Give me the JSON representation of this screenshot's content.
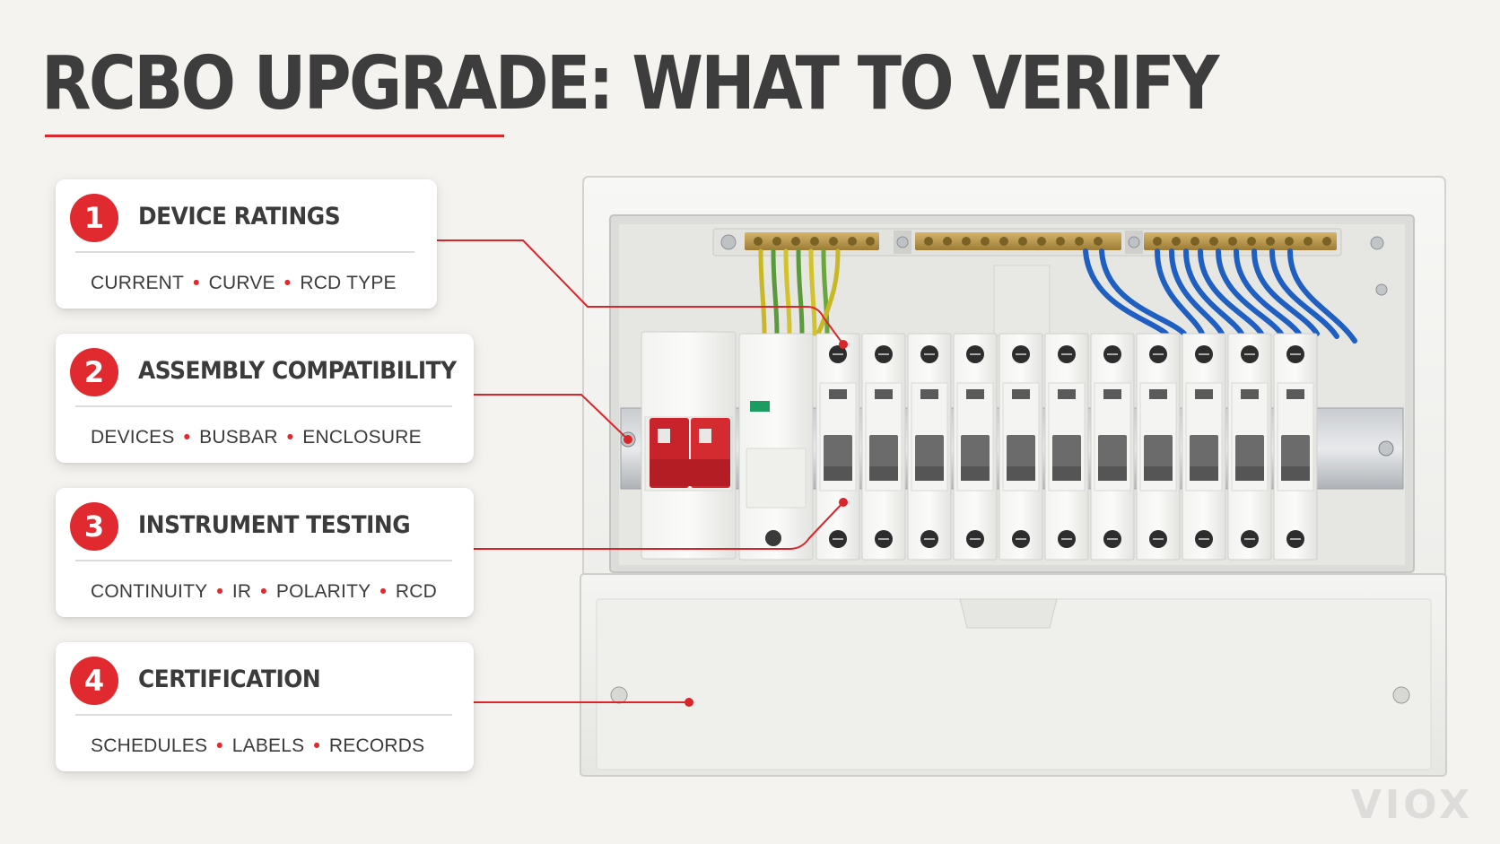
{
  "title": "RCBO UPGRADE: WHAT TO VERIFY",
  "colors": {
    "accent": "#e02a2f",
    "background": "#f5f3ef",
    "text": "#3b3b3b"
  },
  "cards": [
    {
      "number": "1",
      "title": "DEVICE RATINGS",
      "tags": [
        "CURRENT",
        "CURVE",
        "RCD TYPE"
      ]
    },
    {
      "number": "2",
      "title": "ASSEMBLY COMPATIBILITY",
      "tags": [
        "DEVICES",
        "BUSBAR",
        "ENCLOSURE"
      ]
    },
    {
      "number": "3",
      "title": "INSTRUMENT TESTING",
      "tags": [
        "CONTINUITY",
        "IR",
        "POLARITY",
        "RCD"
      ]
    },
    {
      "number": "4",
      "title": "CERTIFICATION",
      "tags": [
        "SCHEDULES",
        "LABELS",
        "RECORDS"
      ]
    }
  ],
  "watermark": "VIOX"
}
